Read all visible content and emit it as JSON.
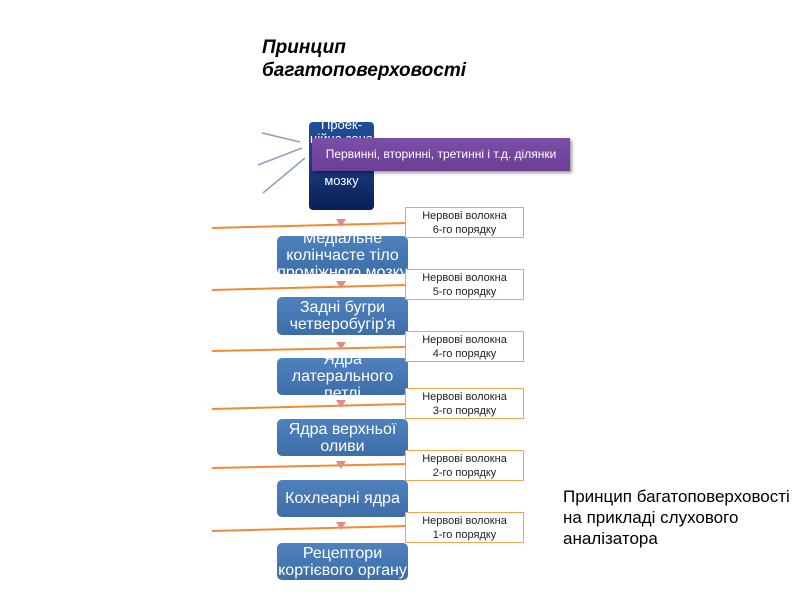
{
  "title": "Принцип багатоповерховості",
  "side_caption": "Принцип багатоповерховості на прикладі слухового аналізатора",
  "cortex": {
    "label": "Проек- ційна зона кори головного мозку"
  },
  "purple_label": "Первинні, вторинні, третинні і т.д. ділянки",
  "levels": [
    {
      "label": "Медіальне колінчасте тіло проміжного мозку",
      "fiber_line1": "Нервові волокна",
      "fiber_line2": "6-го порядку"
    },
    {
      "label": "Задні бугри четверобугір'я",
      "fiber_line1": "Нервові волокна",
      "fiber_line2": "5-го порядку"
    },
    {
      "label": "Ядра латерального петлі",
      "fiber_line1": "Нервові волокна",
      "fiber_line2": "4-го порядку"
    },
    {
      "label": "Ядра верхньої оливи",
      "fiber_line1": "Нервові волокна",
      "fiber_line2": "3-го порядку"
    },
    {
      "label": "Кохлеарні ядра",
      "fiber_line1": "Нервові волокна",
      "fiber_line2": "2-го порядку"
    },
    {
      "label": "Рецептори кортієвого органу",
      "fiber_line1": "Нервові волокна",
      "fiber_line2": "1-го порядку"
    }
  ],
  "colors": {
    "box": "#4f81bd",
    "line": "#f28a2e",
    "fiber_border": "#f4a64f",
    "purple": "#7a4fa5"
  }
}
